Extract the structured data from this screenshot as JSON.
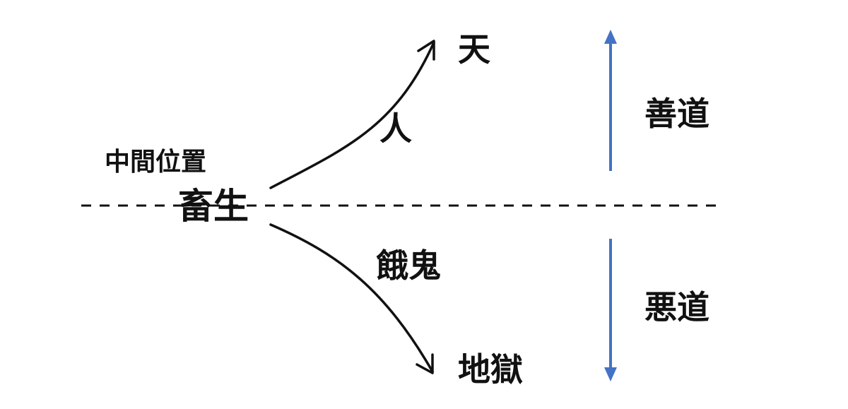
{
  "labels": {
    "middle_position": "中間位置",
    "animal": "畜生",
    "human": "人",
    "heaven": "天",
    "hungry_ghost": "餓鬼",
    "hell": "地獄",
    "good_path": "善道",
    "evil_path": "悪道"
  },
  "colors": {
    "text": "#111111",
    "curve_arrows": "#111111",
    "vertical_arrows": "#4472C4",
    "divider": "#111111"
  },
  "icons": {
    "up_arrow": "arrow-up-icon",
    "down_arrow": "arrow-down-icon"
  }
}
